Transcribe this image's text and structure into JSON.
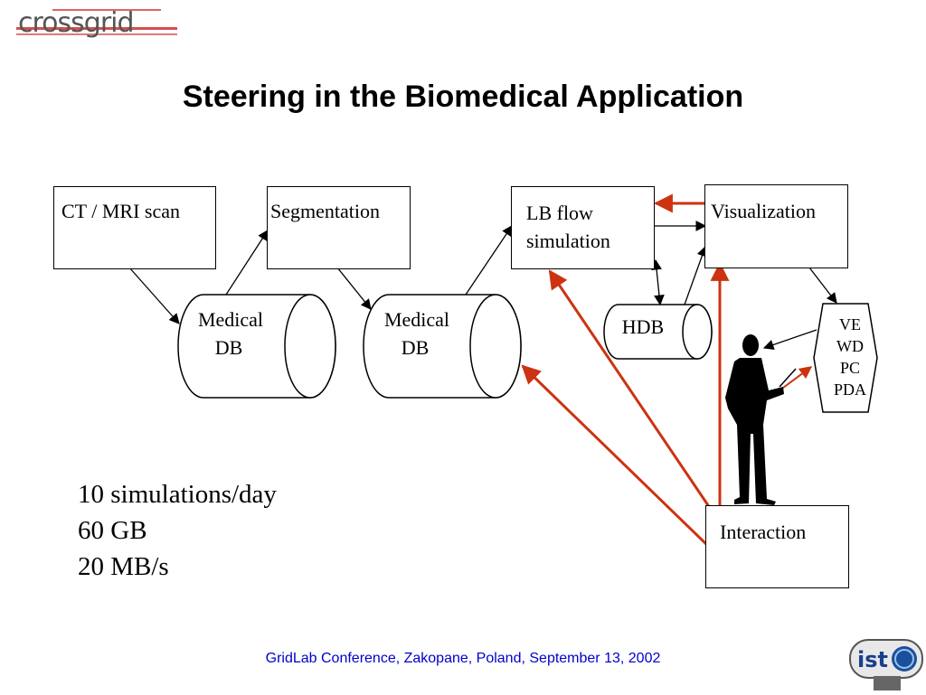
{
  "logo": {
    "text": "crossgrid"
  },
  "title": "Steering in the Biomedical Application",
  "nodes": {
    "ct_scan": "CT / MRI scan",
    "segmentation": "Segmentation",
    "lb_flow_line1": "LB flow",
    "lb_flow_line2": "simulation",
    "visualization": "Visualization",
    "medical_db1_line1": "Medical",
    "medical_db1_line2": "DB",
    "medical_db2_line1": "Medical",
    "medical_db2_line2": "DB",
    "hdb": "HDB",
    "device_ve": "VE",
    "device_wd": "WD",
    "device_pc": "PC",
    "device_pda": "PDA",
    "interaction": "Interaction"
  },
  "stats": {
    "line1": "10 simulations/day",
    "line2": "60 GB",
    "line3": "20 MB/s"
  },
  "footer": "GridLab Conference, Zakopane, Poland, September 13, 2002",
  "ist_logo": {
    "text": "ist"
  },
  "colors": {
    "steering_arrow": "#cc3311",
    "footer_text": "#0000cc",
    "line": "#000000"
  }
}
